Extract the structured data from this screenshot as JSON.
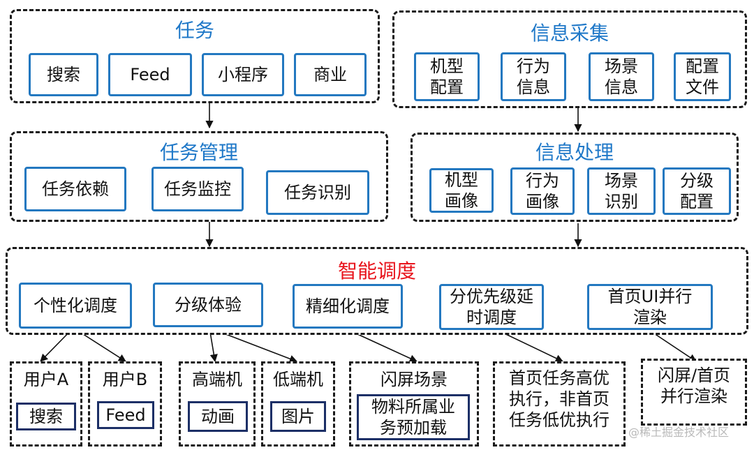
{
  "task_group": {
    "title": "任务",
    "items": [
      "搜索",
      "Feed",
      "小程序",
      "商业"
    ]
  },
  "info_collect": {
    "title": "信息采集",
    "items": [
      "机型\n配置",
      "行为\n信息",
      "场景\n信息",
      "配置\n文件"
    ]
  },
  "task_mgmt": {
    "title": "任务管理",
    "items": [
      "任务依赖",
      "任务监控",
      "任务识别"
    ]
  },
  "info_process": {
    "title": "信息处理",
    "items": [
      "机型\n画像",
      "行为\n画像",
      "场景\n识别",
      "分级\n配置"
    ]
  },
  "smart_schedule": {
    "title": "智能调度",
    "items": [
      "个性化调度",
      "分级体验",
      "精细化调度",
      "分优先级延\n时调度",
      "首页UI并行\n渲染"
    ]
  },
  "bottom": {
    "user_a": {
      "label": "用户A",
      "inner": "搜索"
    },
    "user_b": {
      "label": "用户B",
      "inner": "Feed"
    },
    "high_end": {
      "label": "高端机",
      "inner": "动画"
    },
    "low_end": {
      "label": "低端机",
      "inner": "图片"
    },
    "splash": {
      "label": "闪屏场景",
      "inner": "物料所属业\n务预加载"
    },
    "home_task": {
      "label": "首页任务高优\n执行，非首页\n任务低优执行"
    },
    "splash_home": {
      "label": "闪屏/首页\n并行渲染"
    }
  },
  "watermark": "@稀土掘金技术社区",
  "colors": {
    "title_blue": "#1f78c8",
    "title_red": "#e8141c",
    "box_border": "#2378c0",
    "inner_border": "#1c2f66"
  }
}
